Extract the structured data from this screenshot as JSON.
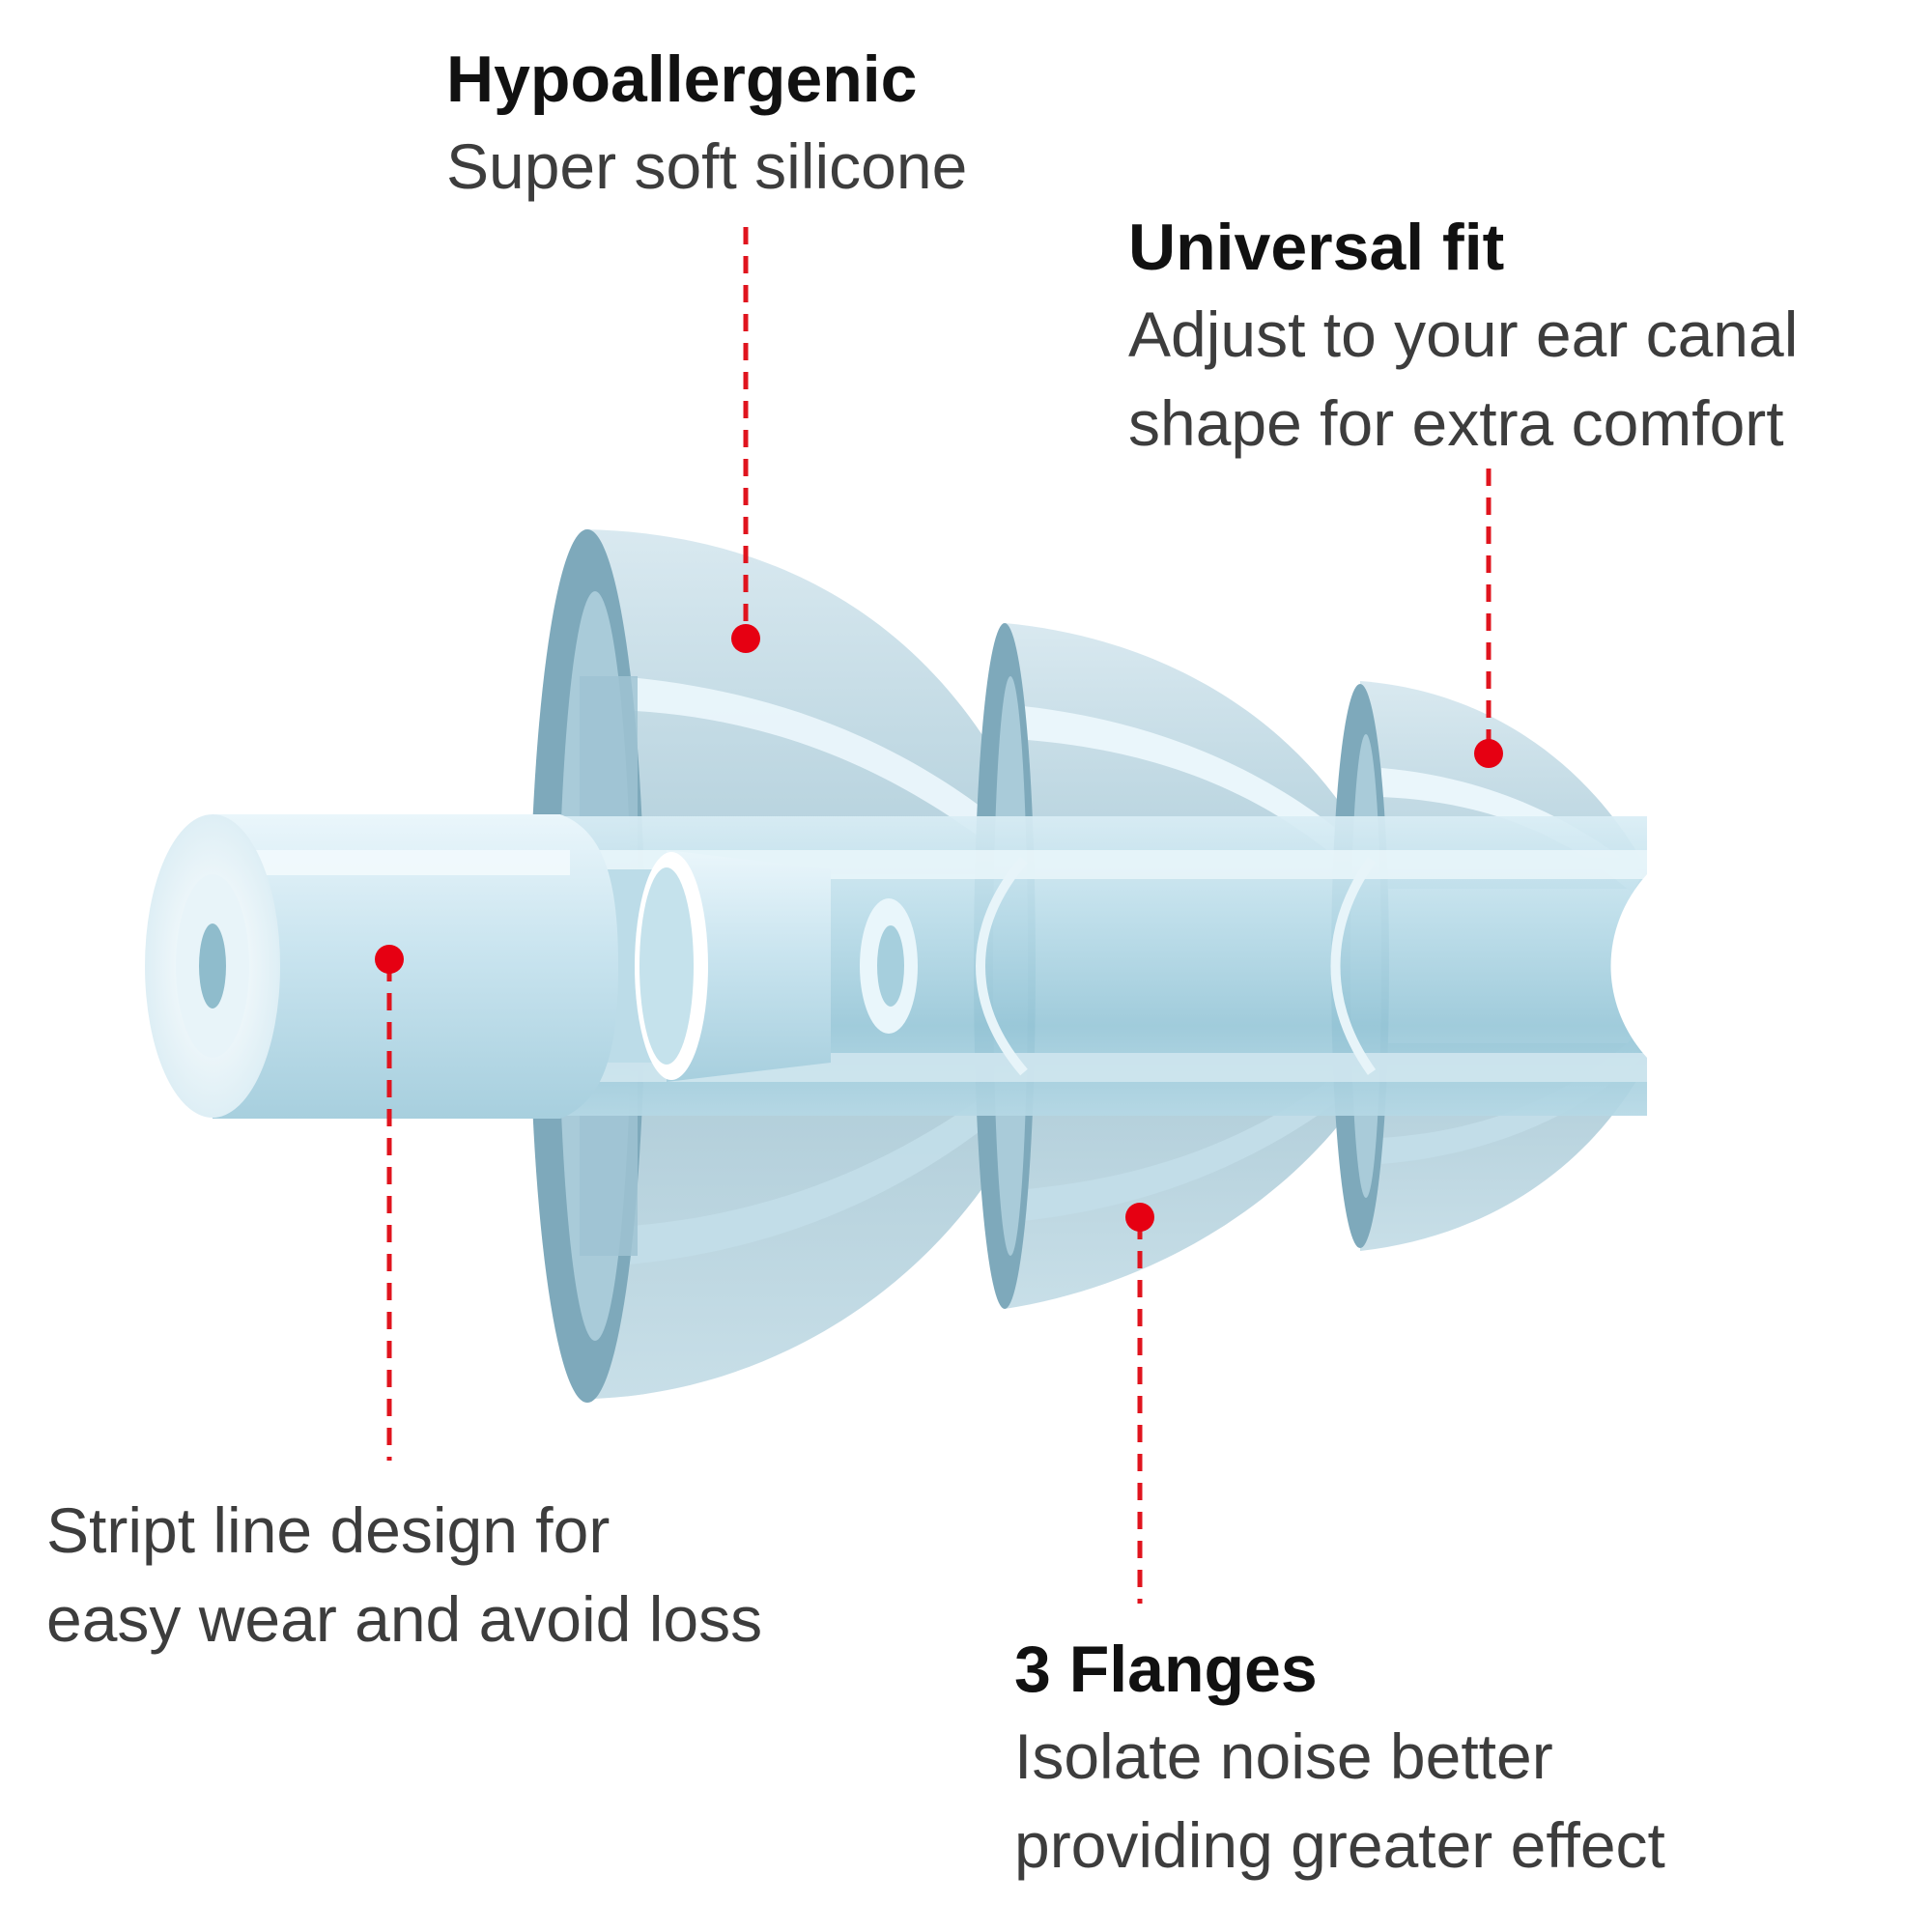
{
  "callouts": {
    "hypoallergenic": {
      "title": "Hypoallergenic",
      "lines": [
        "Super soft silicone"
      ]
    },
    "universal_fit": {
      "title": "Universal fit",
      "lines": [
        "Adjust to your ear canal",
        "shape for extra comfort"
      ]
    },
    "stript_line": {
      "title": "",
      "lines": [
        "Stript line design for",
        "easy wear and avoid loss"
      ]
    },
    "flanges": {
      "title": "3 Flanges",
      "lines": [
        "Isolate noise better",
        "providing greater effect"
      ]
    }
  },
  "colors": {
    "leader_line": "#e0141e",
    "marker_dot": "#e60012",
    "silicone_light": "#d4e6ef",
    "silicone_mid": "#a9cbd9",
    "silicone_dark": "#6f9fb2",
    "stem_light": "#e3f2f8"
  }
}
